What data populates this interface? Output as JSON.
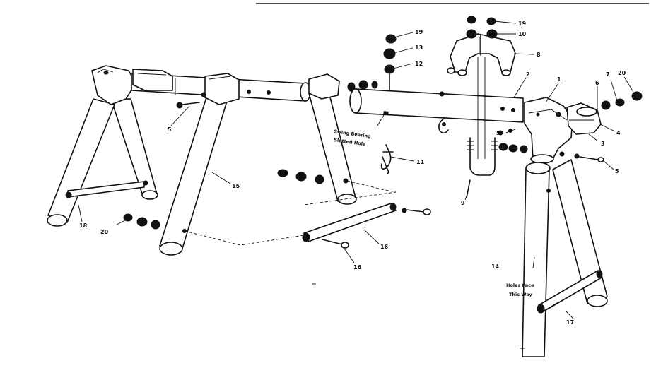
{
  "diagram": {
    "callouts": {
      "n1": "1",
      "n2": "2",
      "n3": "3",
      "n4": "4",
      "n5a": "5",
      "n5b": "5",
      "n5c": "5",
      "n6": "6",
      "n7": "7",
      "n8": "8",
      "n9": "9",
      "n10": "10",
      "n11": "11",
      "n12": "12",
      "n13": "13",
      "n14": "14",
      "n15": "15",
      "n16": "16",
      "n17": "17",
      "n18": "18",
      "n19a": "19",
      "n19b": "19",
      "n20a": "20",
      "n20b": "20",
      "n16b": "16"
    },
    "notes": {
      "swing_line1": "Swing Bearing",
      "swing_line2": "Slotted Hole",
      "holes_line1": "Holes Face",
      "holes_line2": "This Way"
    }
  }
}
